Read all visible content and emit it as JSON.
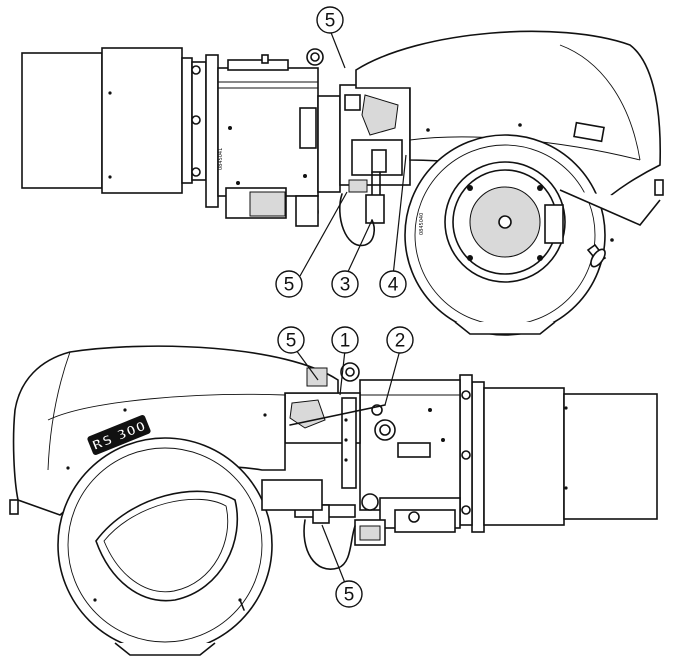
{
  "callouts": {
    "top_5a": "5",
    "top_5b": "5",
    "top_3": "3",
    "top_4": "4",
    "bottom_5a": "5",
    "bottom_1": "1",
    "bottom_2": "2",
    "bottom_5b": "5"
  },
  "labels": {
    "model_badge": "RS 300",
    "serial_top_left": "0845041",
    "serial_top_right": "0845040"
  }
}
